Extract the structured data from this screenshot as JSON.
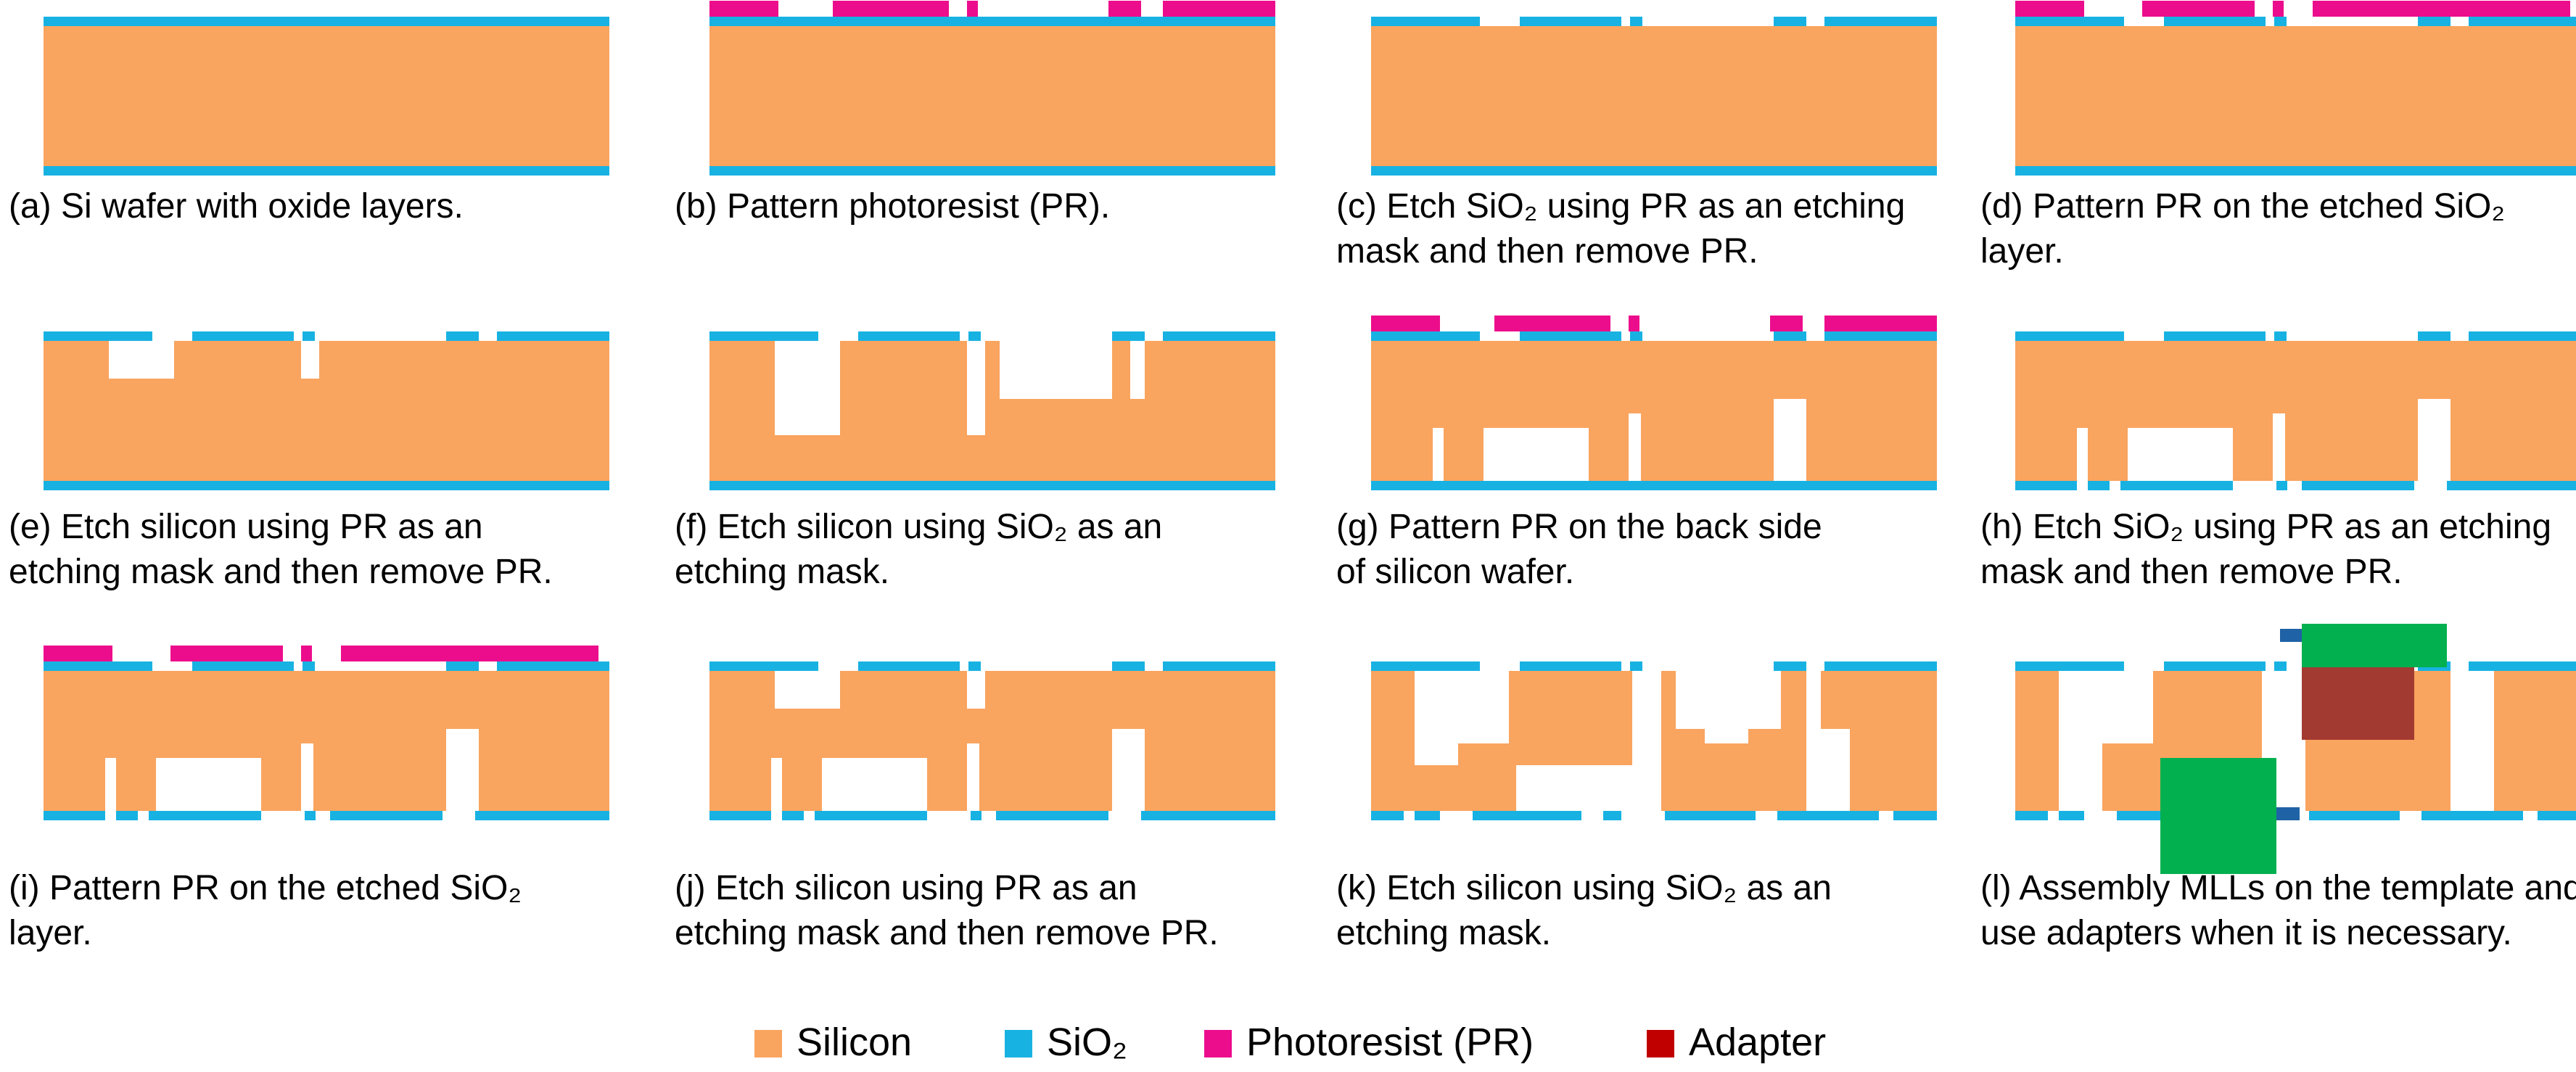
{
  "colors": {
    "silicon": "#F9A45F",
    "sio2": "#18B2E2",
    "photoresist": "#EC0D8C",
    "adapter_legend": "#C00000",
    "adapter_block": "#A33A31",
    "mll": "#03B050",
    "mll_connector": "#1F62A5"
  },
  "panels": [
    {
      "id": "a",
      "caption": [
        "(a) Si wafer with oxide layers."
      ]
    },
    {
      "id": "b",
      "caption": [
        "(b) Pattern photoresist (PR)."
      ]
    },
    {
      "id": "c",
      "caption": [
        "(c) Etch SiO₂ using PR as an etching",
        "mask and then remove PR."
      ]
    },
    {
      "id": "d",
      "caption": [
        "(d) Pattern PR on the etched SiO₂",
        "layer."
      ]
    },
    {
      "id": "e",
      "caption": [
        "(e) Etch silicon using PR as an",
        "etching mask and then remove PR."
      ]
    },
    {
      "id": "f",
      "caption": [
        "(f) Etch silicon using SiO₂ as an",
        "etching mask."
      ]
    },
    {
      "id": "g",
      "caption": [
        "(g) Pattern PR on the back side",
        "of silicon wafer."
      ]
    },
    {
      "id": "h",
      "caption": [
        "(h) Etch SiO₂ using PR as an etching",
        "mask and then remove PR."
      ]
    },
    {
      "id": "i",
      "caption": [
        "(i) Pattern PR on the etched SiO₂",
        "layer."
      ]
    },
    {
      "id": "j",
      "caption": [
        "(j) Etch silicon using PR as an",
        "etching mask and then remove PR."
      ]
    },
    {
      "id": "k",
      "caption": [
        "(k) Etch silicon using SiO₂ as an",
        "etching mask."
      ]
    },
    {
      "id": "l",
      "caption": [
        "(l) Assembly MLLs on the template and",
        "use adapters when it is necessary."
      ]
    }
  ],
  "legend": [
    {
      "label": "Silicon",
      "color_key": "silicon"
    },
    {
      "label": "SiO₂",
      "color_key": "sio2"
    },
    {
      "label": "Photoresist (PR)",
      "color_key": "photoresist"
    },
    {
      "label": "Adapter",
      "color_key": "adapter_legend"
    }
  ]
}
